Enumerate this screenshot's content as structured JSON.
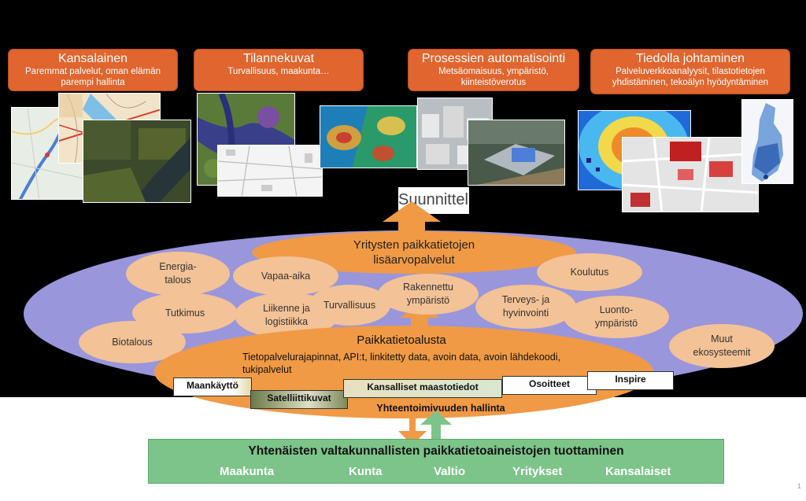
{
  "top_boxes": [
    {
      "title": "Kansalainen",
      "subtitle": "Paremmat palvelut, oman elämän parempi hallinta"
    },
    {
      "title": "Tilannekuvat",
      "subtitle": "Turvallisuus, maakunta…"
    },
    {
      "title": "Prosessien automatisointi",
      "subtitle": "Metsäomaisuus, ympäristö, kiinteistöverotus"
    },
    {
      "title": "Tiedolla johtaminen",
      "subtitle": "Palveluverkkoanalyysit, tilastotietojen yhdistäminen, tekoälyn hyödyntäminen"
    }
  ],
  "planning_label": "Suunnittelu",
  "value_added": {
    "line1": "Yritysten paikkatietojen",
    "line2": "lisäarvopalvelut"
  },
  "sectors": {
    "energia": "Energia-\ntalous",
    "vapaa": "Vapaa-aika",
    "rakennettu": "Rakennettu\nympäristö",
    "koulutus": "Koulutus",
    "tutkimus": "Tutkimus",
    "liikenne": "Liikenne ja\nlogistiikka",
    "turvallisuus": "Turvallisuus",
    "terveys": "Terveys- ja\nhyvinvointi",
    "luonto": "Luonto-\nympäristö",
    "biotalous": "Biotalous",
    "muut": "Muut\nekosysteemit"
  },
  "platform": {
    "title": "Paikkatietoalusta",
    "description": "Tietopalvelurajapinnat, API:t, linkitetty data, avoin data, avoin lähdekoodi, tukipalvelut",
    "governance": "Yhteentoimivuuden hallinta"
  },
  "datasets": {
    "maankaytto": "Maankäyttö",
    "satelliitti": "Satelliittikuvat",
    "maastotiedot": "Kansalliset maastotiedot",
    "osoitteet": "Osoitteet",
    "inspire": "Inspire"
  },
  "production": {
    "title": "Yhtenäisten valtakunnallisten paikkatietoaineistojen tuottaminen",
    "actors": [
      "Maakunta",
      "Kunta",
      "Valtio",
      "Yritykset",
      "Kansalaiset"
    ]
  },
  "colors": {
    "orange_box": "#e0652e",
    "platform_orange": "#f09a45",
    "light_orange": "#f3c296",
    "purple": "#9a96dc",
    "green": "#7dc48a"
  },
  "page_number": "1"
}
